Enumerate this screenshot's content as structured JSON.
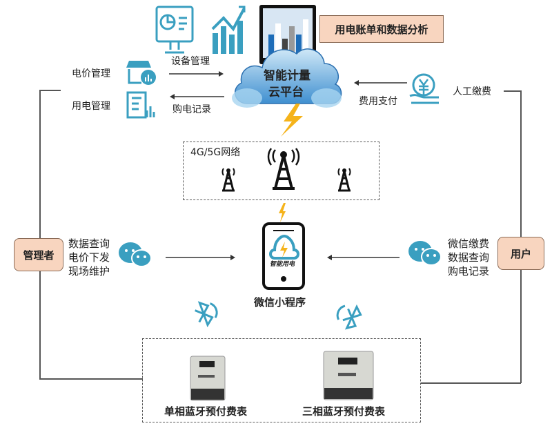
{
  "top": {
    "analysis_label": "用电账单和数据分析"
  },
  "cloud": {
    "line1": "智能计量",
    "line2": "云平台"
  },
  "admin_side": {
    "price_mgmt": "电价管理",
    "usage_mgmt": "用电管理",
    "device_mgmt": "设备管理",
    "purchase_records": "购电记录"
  },
  "user_side": {
    "fee_payment": "费用支付",
    "manual_payment": "人工缴费"
  },
  "network": {
    "label": "4G/5G网络"
  },
  "admin": {
    "label": "管理者",
    "functions": [
      "数据查询",
      "电价下发",
      "现场维护"
    ]
  },
  "user": {
    "label": "用户",
    "functions": [
      "微信缴费",
      "数据查询",
      "购电记录"
    ]
  },
  "app": {
    "label": "微信小程序",
    "screen_text": "智能用电"
  },
  "meters": {
    "single": "单相蓝牙预付费表",
    "three": "三相蓝牙预付费表"
  },
  "colors": {
    "accent": "#3a9fc0",
    "box_fill": "#f8d5bf",
    "bolt": "#f5b31a"
  }
}
